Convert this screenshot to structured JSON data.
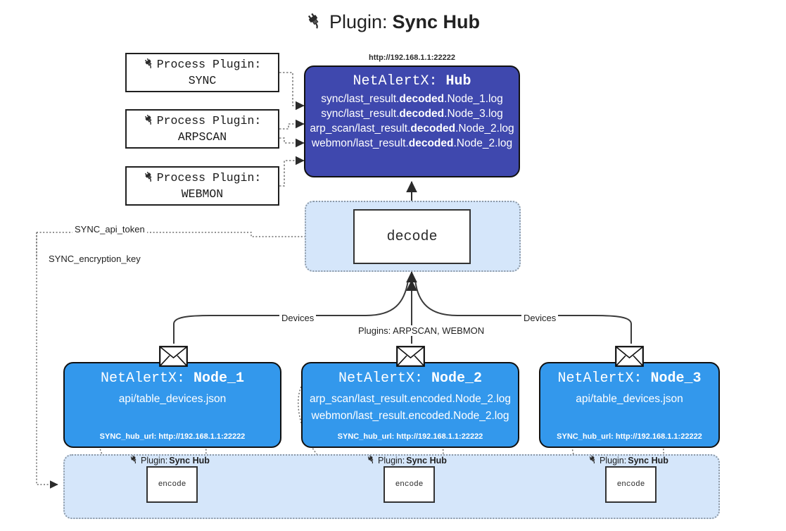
{
  "title": {
    "icon": "plug-icon",
    "prefix": "Plugin:",
    "name": "Sync Hub"
  },
  "process_plugins": [
    {
      "icon": "plug-icon",
      "line1": "Process Plugin:",
      "line2": "SYNC"
    },
    {
      "icon": "plug-icon",
      "line1": "Process Plugin:",
      "line2": "ARPSCAN"
    },
    {
      "icon": "plug-icon",
      "line1": "Process Plugin:",
      "line2": "WEBMON"
    }
  ],
  "hub": {
    "url": "http://192.168.1.1:22222",
    "title_prefix": "NetAlertX:",
    "title_name": "Hub",
    "logs": [
      {
        "pre": "sync/last_result.",
        "mid": "decoded",
        "post": ".Node_1.log"
      },
      {
        "pre": "sync/last_result.",
        "mid": "decoded",
        "post": ".Node_3.log"
      },
      {
        "pre": "arp_scan/last_result.",
        "mid": "decoded",
        "post": ".Node_2.log"
      },
      {
        "pre": "webmon/last_result.",
        "mid": "decoded",
        "post": ".Node_2.log"
      }
    ]
  },
  "decode": {
    "label": "decode"
  },
  "settings_edges": {
    "api_token": "SYNC_api_token",
    "encryption_key": "SYNC_encryption_key"
  },
  "flow_labels": {
    "devices_left": "Devices",
    "devices_right": "Devices",
    "plugins_center": "Plugins: ARPSCAN, WEBMON"
  },
  "nodes": [
    {
      "icon": "envelope-icon",
      "title_prefix": "NetAlertX:",
      "title_name": "Node_1",
      "lines": [
        "api/table_devices.json"
      ],
      "hub_url_label": "SYNC_hub_url: http://192.168.1.1:22222"
    },
    {
      "icon": "envelope-icon",
      "title_prefix": "NetAlertX:",
      "title_name": "Node_2",
      "lines": [
        "arp_scan/last_result.encoded.Node_2.log",
        "webmon/last_result.encoded.Node_2.log"
      ],
      "hub_url_label": "SYNC_hub_url: http://192.168.1.1:22222"
    },
    {
      "icon": "envelope-icon",
      "title_prefix": "NetAlertX:",
      "title_name": "Node_3",
      "lines": [
        "api/table_devices.json"
      ],
      "hub_url_label": "SYNC_hub_url: http://192.168.1.1:22222"
    }
  ],
  "encoders": [
    {
      "icon": "plug-icon",
      "label_prefix": "Plugin:",
      "label_name": "Sync Hub",
      "box_label": "encode"
    },
    {
      "icon": "plug-icon",
      "label_prefix": "Plugin:",
      "label_name": "Sync Hub",
      "box_label": "encode"
    },
    {
      "icon": "plug-icon",
      "label_prefix": "Plugin:",
      "label_name": "Sync Hub",
      "box_label": "encode"
    }
  ],
  "colors": {
    "hub_fill": "#3f48ae",
    "node_fill": "#3398ec",
    "container_fill": "#d5e6fa",
    "stroke": "#111111",
    "dotted_stroke": "#8d99a6",
    "page_background": "#ffffff"
  }
}
